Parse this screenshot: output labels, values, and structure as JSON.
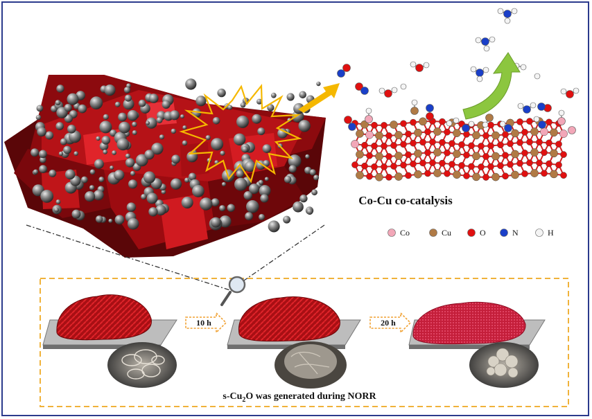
{
  "figure": {
    "right_panel_title": "Co-Cu co-catalysis",
    "legend": [
      {
        "label": "Co",
        "color": "#f2a7b8"
      },
      {
        "label": "Cu",
        "color": "#b07a45"
      },
      {
        "label": "O",
        "color": "#e01010"
      },
      {
        "label": "N",
        "color": "#1a3fc8"
      },
      {
        "label": "H",
        "color": "#f4f4f4"
      }
    ],
    "steps": [
      "10 h",
      "20 h"
    ],
    "caption_prefix": "s-Cu",
    "caption_sub": "2",
    "caption_suffix": "O was generated during NORR",
    "colors": {
      "frame": "#2b3a8c",
      "dashed_box": "#f0b23a",
      "arrow_yellow": "#f5b800",
      "arrow_green": "#8cc63f",
      "cu2o_red": "#c8141a"
    }
  }
}
